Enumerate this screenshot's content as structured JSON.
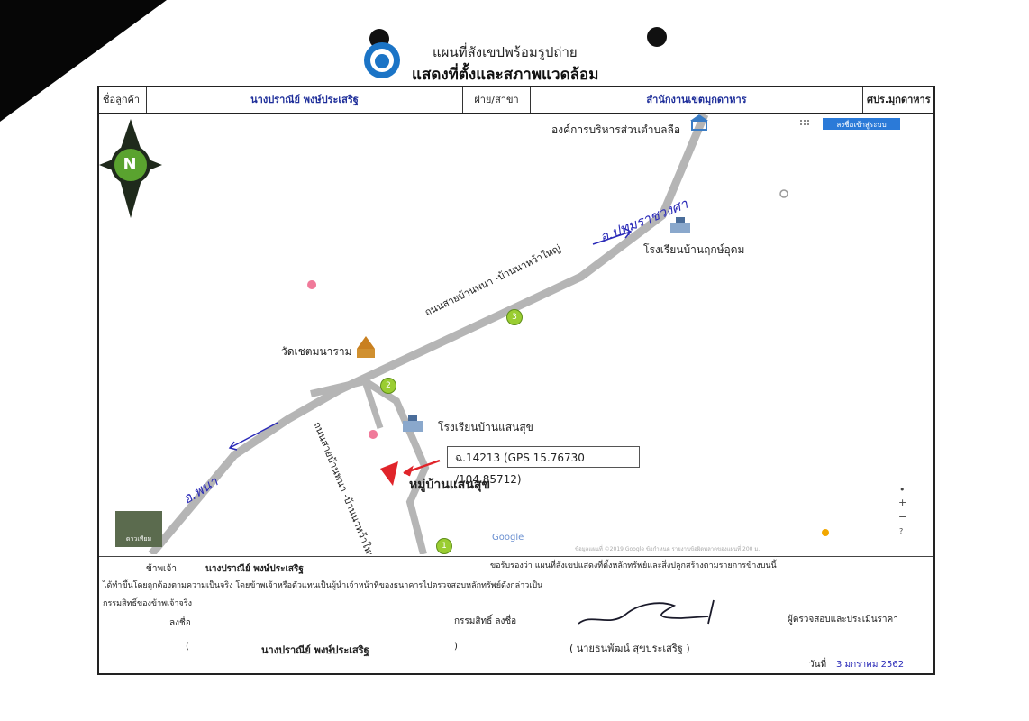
{
  "header": {
    "title_line1": "แผนที่สังเขปพร้อมรูปถ่าย",
    "title_line2": "แสดงที่ตั้งและสภาพแวดล้อม"
  },
  "info_row": {
    "customer_label": "ชื่อลูกค้า",
    "customer_name": "นางปราณีย์  พงษ์ประเสริฐ",
    "branch_label": "ฝ่าย/สาขา",
    "branch_name": "สำนักงานเขตมุกดาหาร",
    "branch_code": "ศปร.มุกดาหาร"
  },
  "map": {
    "button_label": "ลงชื่อเข้าสู่ระบบ",
    "place_top": "องค์การบริหารส่วนตำบลลือ",
    "school_ne": "โรงเรียนบ้านฤกษ์อุดม",
    "temple": "วัดเชตมนาราม",
    "school_center": "โรงเรียนบ้านแสนสุข",
    "road_main": "ถนนสายบ้านพนา -บ้านนาหว้าใหญ่",
    "road_branch": "ถนนสายบ้านพนา -บ้านนาหว้าใหญ่",
    "handwriting_ne": "อ.ปทุมราชวงศา",
    "handwriting_sw": "อ.พนา",
    "gps_label": "ฉ.14213 (GPS 15.76730 /104.85712)",
    "village": "หมู่บ้านแสนสุข",
    "google": "Google",
    "satellite_label": "ดาวเทียม",
    "markers": [
      "1",
      "2",
      "3"
    ],
    "zoom_plus": "+",
    "zoom_minus": "−",
    "zoom_dot": "•",
    "zoom_q": "?",
    "faint_footer": "ข้อมูลแผนที่ ©2019 Google   ข้อกำหนด   รายงานข้อผิดพลาดของแผนที่   200 ม.",
    "north_letter": "N"
  },
  "footer": {
    "declare_prefix": "ข้าพเจ้า",
    "declare_name": "นางปราณีย์  พงษ์ประเสริฐ",
    "confirm_text": "ขอรับรองว่า แผนที่สังเขปแสดงที่ตั้งหลักทรัพย์และสิ่งปลูกสร้างตามรายการข้างบนนี้",
    "line2": "ได้ทำขึ้นโดยถูกต้องตามความเป็นจริง โดยข้าพเจ้าหรือตัวแทนเป็นผู้นำเจ้าหน้าที่ของธนาคารไปตรวจสอบหลักทรัพย์ดังกล่าวเป็น",
    "line3": "กรรมสิทธิ์ของข้าพเจ้าจริง",
    "sign_label_left": "ลงชื่อ",
    "owner_label": "กรรมสิทธิ์  ลงชื่อ",
    "inspector_label": "ผู้ตรวจสอบและประเมินราคา",
    "paren_open": "(",
    "paren_close": ")",
    "owner_name": "นางปราณีย์  พงษ์ประเสริฐ",
    "inspector_name": "( นายธนพัฒน์  สุขประเสริฐ )",
    "date_label": "วันที่",
    "date_value": "3 มกราคม 2562"
  },
  "colors": {
    "road": "#b7b7b7",
    "marker_red": "#e0242a",
    "blue_ink": "#2a2ab8",
    "brand_blue": "#1b74c6"
  }
}
